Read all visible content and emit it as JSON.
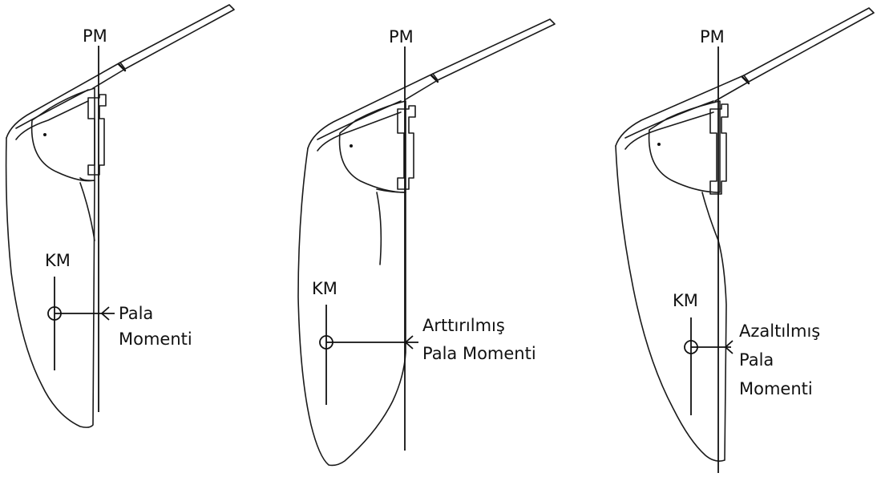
{
  "panels": [
    {
      "id": "panel-1",
      "pm_label": "PM",
      "km_label": "KM",
      "moment_lines": [
        "Pala",
        "Momenti"
      ]
    },
    {
      "id": "panel-2",
      "pm_label": "PM",
      "km_label": "KM",
      "moment_lines": [
        "Arttırılmış",
        "Pala Momenti"
      ]
    },
    {
      "id": "panel-3",
      "pm_label": "PM",
      "km_label": "KM",
      "moment_lines": [
        "Azaltılmış",
        "Pala",
        "Momenti"
      ]
    }
  ]
}
